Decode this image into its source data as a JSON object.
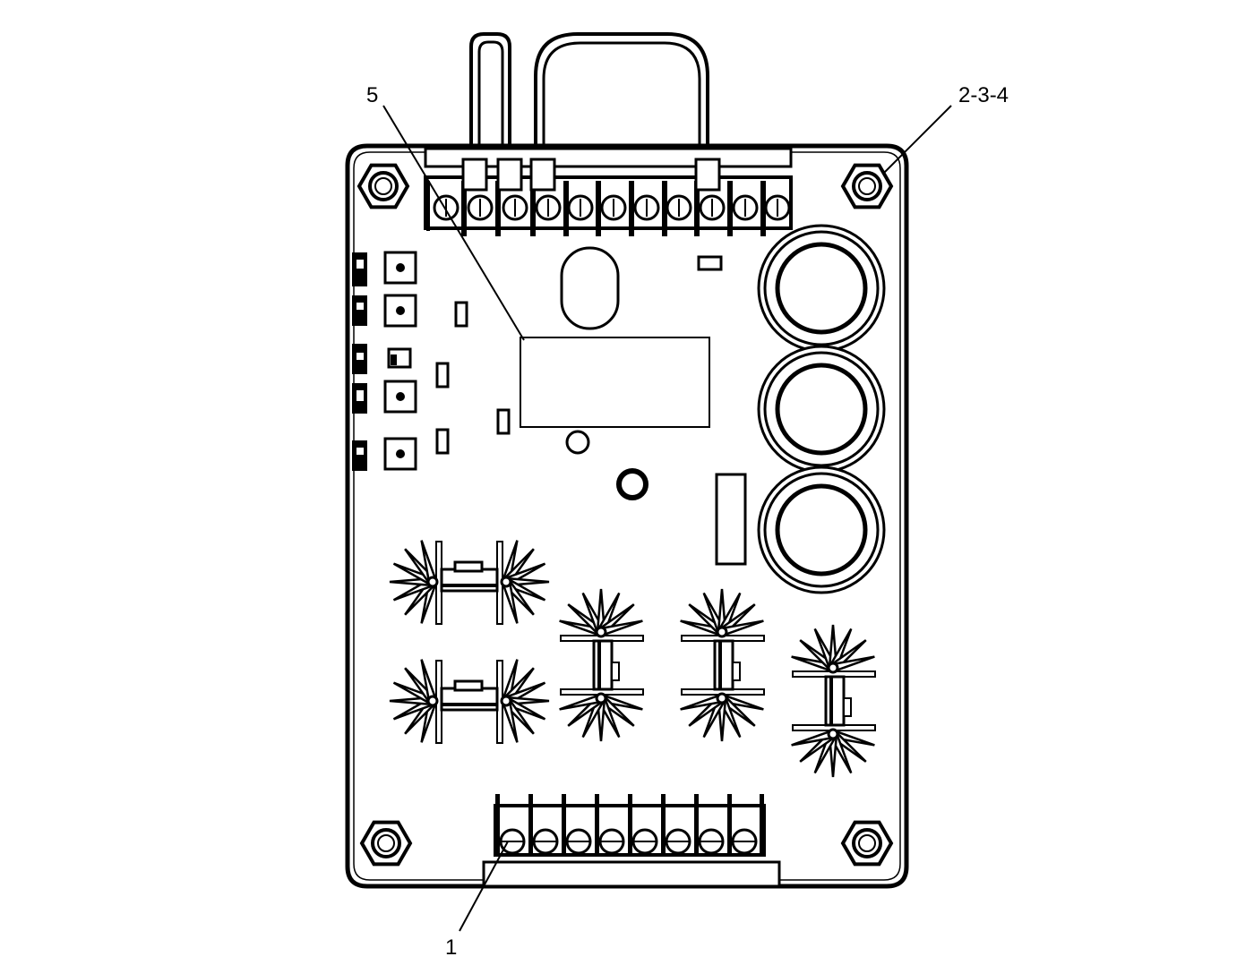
{
  "diagram": {
    "callouts": [
      {
        "id": "callout-5",
        "label": "5"
      },
      {
        "id": "callout-2-3-4",
        "label": "2-3-4"
      },
      {
        "id": "callout-1",
        "label": "1"
      }
    ],
    "colors": {
      "line": "#000000",
      "background": "#ffffff"
    }
  }
}
